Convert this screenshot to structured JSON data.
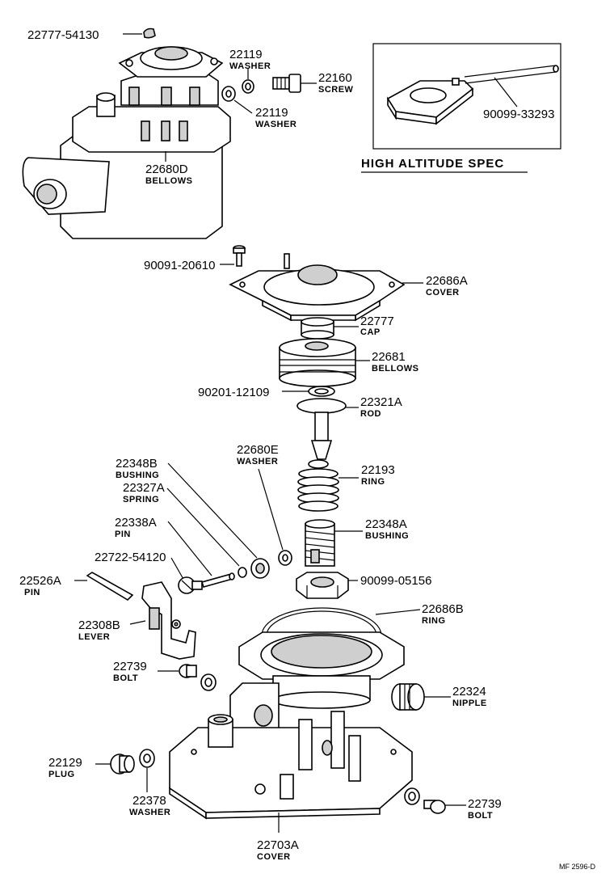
{
  "callouts": [
    {
      "id": "c-22777-54130",
      "pn": "22777-54130",
      "name": ""
    },
    {
      "id": "c-22119-a",
      "pn": "22119",
      "name": "WASHER"
    },
    {
      "id": "c-22160",
      "pn": "22160",
      "name": "SCREW"
    },
    {
      "id": "c-22119-b",
      "pn": "22119",
      "name": "WASHER"
    },
    {
      "id": "c-22680D",
      "pn": "22680D",
      "name": "BELLOWS"
    },
    {
      "id": "c-90099-33293",
      "pn": "90099-33293",
      "name": ""
    },
    {
      "id": "c-90091-20610",
      "pn": "90091-20610",
      "name": ""
    },
    {
      "id": "c-22686A",
      "pn": "22686A",
      "name": "COVER"
    },
    {
      "id": "c-22777",
      "pn": "22777",
      "name": "CAP"
    },
    {
      "id": "c-22681",
      "pn": "22681",
      "name": "BELLOWS"
    },
    {
      "id": "c-90201-12109",
      "pn": "90201-12109",
      "name": ""
    },
    {
      "id": "c-22321A",
      "pn": "22321A",
      "name": "ROD"
    },
    {
      "id": "c-22348B",
      "pn": "22348B",
      "name": "BUSHING"
    },
    {
      "id": "c-22680E",
      "pn": "22680E",
      "name": "WASHER"
    },
    {
      "id": "c-22193",
      "pn": "22193",
      "name": "RING"
    },
    {
      "id": "c-22327A",
      "pn": "22327A",
      "name": "SPRING"
    },
    {
      "id": "c-22338A",
      "pn": "22338A",
      "name": "PIN"
    },
    {
      "id": "c-22348A",
      "pn": "22348A",
      "name": "BUSHING"
    },
    {
      "id": "c-22722-54120",
      "pn": "22722-54120",
      "name": ""
    },
    {
      "id": "c-22526A",
      "pn": "22526A",
      "name": "PIN"
    },
    {
      "id": "c-90099-05156",
      "pn": "90099-05156",
      "name": ""
    },
    {
      "id": "c-22686B",
      "pn": "22686B",
      "name": "RING"
    },
    {
      "id": "c-22308B",
      "pn": "22308B",
      "name": "LEVER"
    },
    {
      "id": "c-22739-a",
      "pn": "22739",
      "name": "BOLT"
    },
    {
      "id": "c-22324",
      "pn": "22324",
      "name": "NIPPLE"
    },
    {
      "id": "c-22129",
      "pn": "22129",
      "name": "PLUG"
    },
    {
      "id": "c-22378",
      "pn": "22378",
      "name": "WASHER"
    },
    {
      "id": "c-22739-b",
      "pn": "22739",
      "name": "BOLT"
    },
    {
      "id": "c-22703A",
      "pn": "22703A",
      "name": "COVER"
    }
  ],
  "inset": {
    "title": "HIGH ALTITUDE SPEC"
  },
  "footer": {
    "code": "MF 2596-D"
  }
}
